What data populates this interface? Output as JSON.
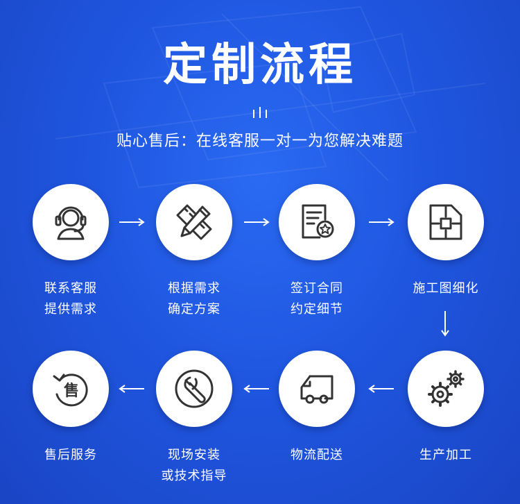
{
  "header": {
    "title": "定制流程",
    "subtitle": "贴心售后：在线客服一对一为您解决难题"
  },
  "steps": [
    {
      "line1": "联系客服",
      "line2": "提供需求",
      "icon": "headset-icon"
    },
    {
      "line1": "根据需求",
      "line2": "确定方案",
      "icon": "ruler-pencil-icon"
    },
    {
      "line1": "签订合同",
      "line2": "约定细节",
      "icon": "contract-icon"
    },
    {
      "line1": "施工图细化",
      "line2": "",
      "icon": "floor-plan-icon"
    },
    {
      "line1": "生产加工",
      "line2": "",
      "icon": "gears-icon"
    },
    {
      "line1": "物流配送",
      "line2": "",
      "icon": "truck-icon"
    },
    {
      "line1": "现场安装",
      "line2": "或技术指导",
      "icon": "wrench-icon"
    },
    {
      "line1": "售后服务",
      "line2": "",
      "icon": "after-sales-icon"
    }
  ],
  "after_sales_glyph": "售",
  "colors": {
    "background": "#1f56e0",
    "circle": "#ffffff",
    "icon_stroke": "#333333",
    "text": "#ffffff"
  }
}
